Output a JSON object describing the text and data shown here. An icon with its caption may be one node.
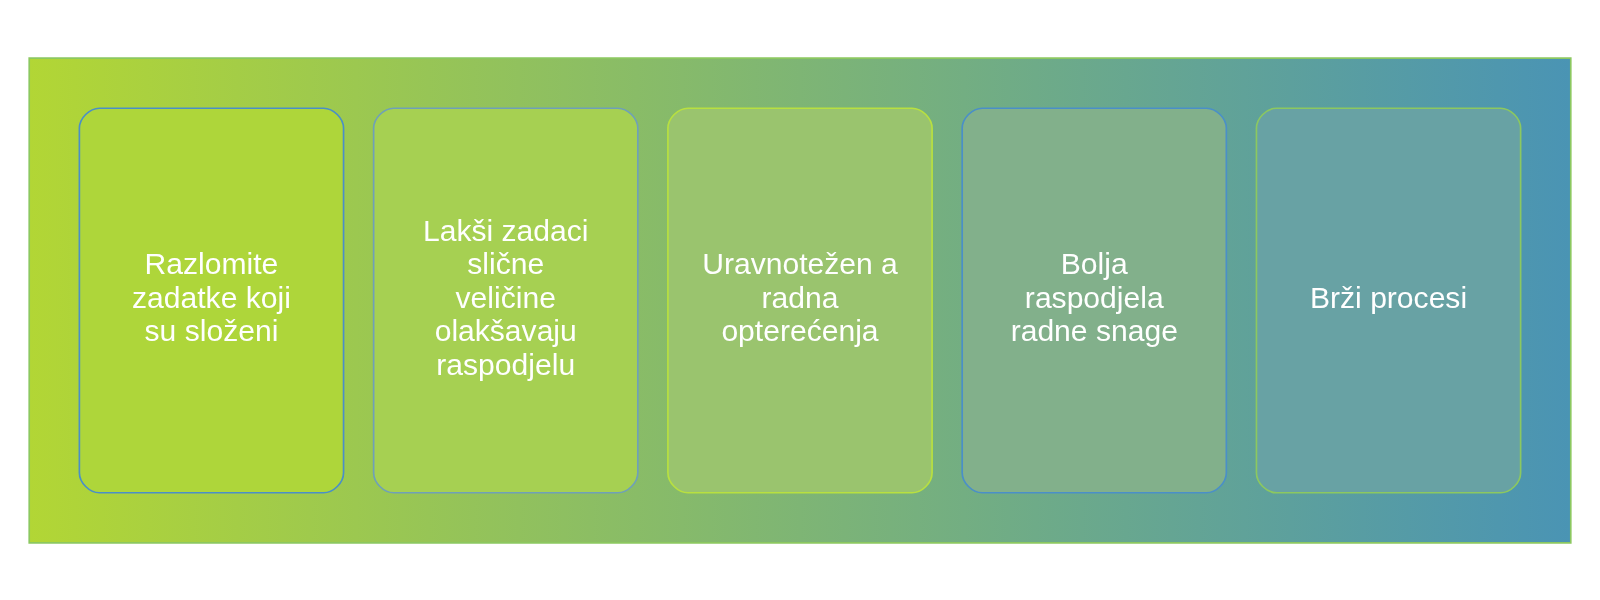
{
  "diagram": {
    "nodes": [
      {
        "text": [],
        "shape": "arrow"
      },
      {
        "text": [
          "Razlomite zadatke koji su složeni"
        ],
        "in": 0
      },
      {
        "text": [
          "Lakši zadaci slične veličine olakšavaju raspodjelu"
        ],
        "in": 0
      },
      {
        "text": [
          "Uravnotežen a radna opterećenja"
        ],
        "in": 0
      },
      {
        "text": [
          "Bolja raspodjela radne snage"
        ],
        "in": 0
      },
      {
        "text": [
          "Brži procesi"
        ],
        "in": 0
      }
    ],
    "edges": []
  }
}
